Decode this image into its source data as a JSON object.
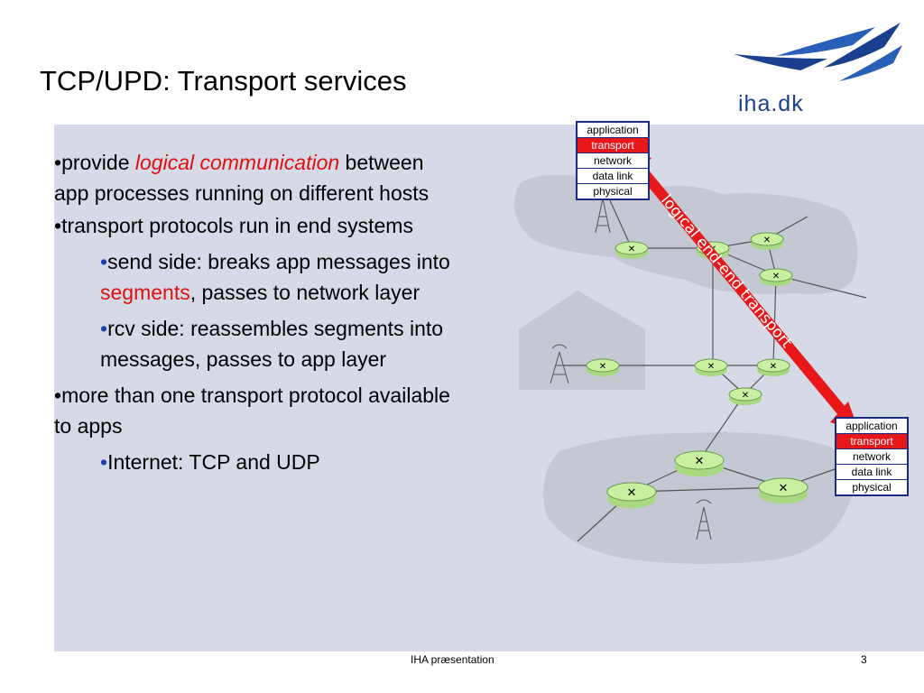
{
  "title": "TCP/UPD: Transport services",
  "logo": {
    "text": "iha.dk"
  },
  "bullets": {
    "b1_prefix": "provide ",
    "b1_emph": "logical communication",
    "b1_rest": " between app processes running on different hosts",
    "b2": "transport protocols run in end systems",
    "b2_1_pre": "send side: breaks app messages into ",
    "b2_1_emph": "segments",
    "b2_1_post": ", passes to  network layer",
    "b2_2": "rcv side: reassembles segments into messages, passes to app layer",
    "b3": "more than one transport protocol available to apps",
    "b3_1": "Internet: TCP and UDP"
  },
  "stack_top": [
    "application",
    "transport",
    "network",
    "data link",
    "physical"
  ],
  "stack_bottom": [
    "application",
    "transport",
    "network",
    "data link",
    "physical"
  ],
  "arrow_label": "logical end-end transport",
  "footer": {
    "left": "IHA præsentation",
    "page": "3"
  },
  "colors": {
    "highlight": "#e8171a",
    "logo_blue": "#1a3f8c",
    "panel": "#d6dae6",
    "router": "#c8f0a0"
  }
}
